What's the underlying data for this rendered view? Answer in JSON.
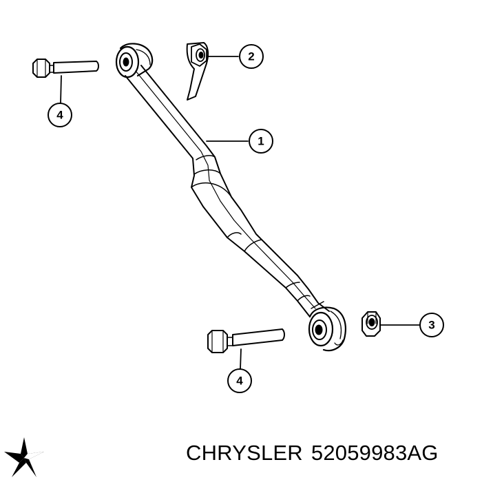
{
  "callouts": [
    {
      "number": "1"
    },
    {
      "number": "2"
    },
    {
      "number": "3"
    },
    {
      "number": "4"
    },
    {
      "number": "4"
    }
  ],
  "caption": {
    "brand": "CHRYSLER",
    "part_number": "52059983AG"
  },
  "logo_icon": "chrysler-pentastar-icon"
}
